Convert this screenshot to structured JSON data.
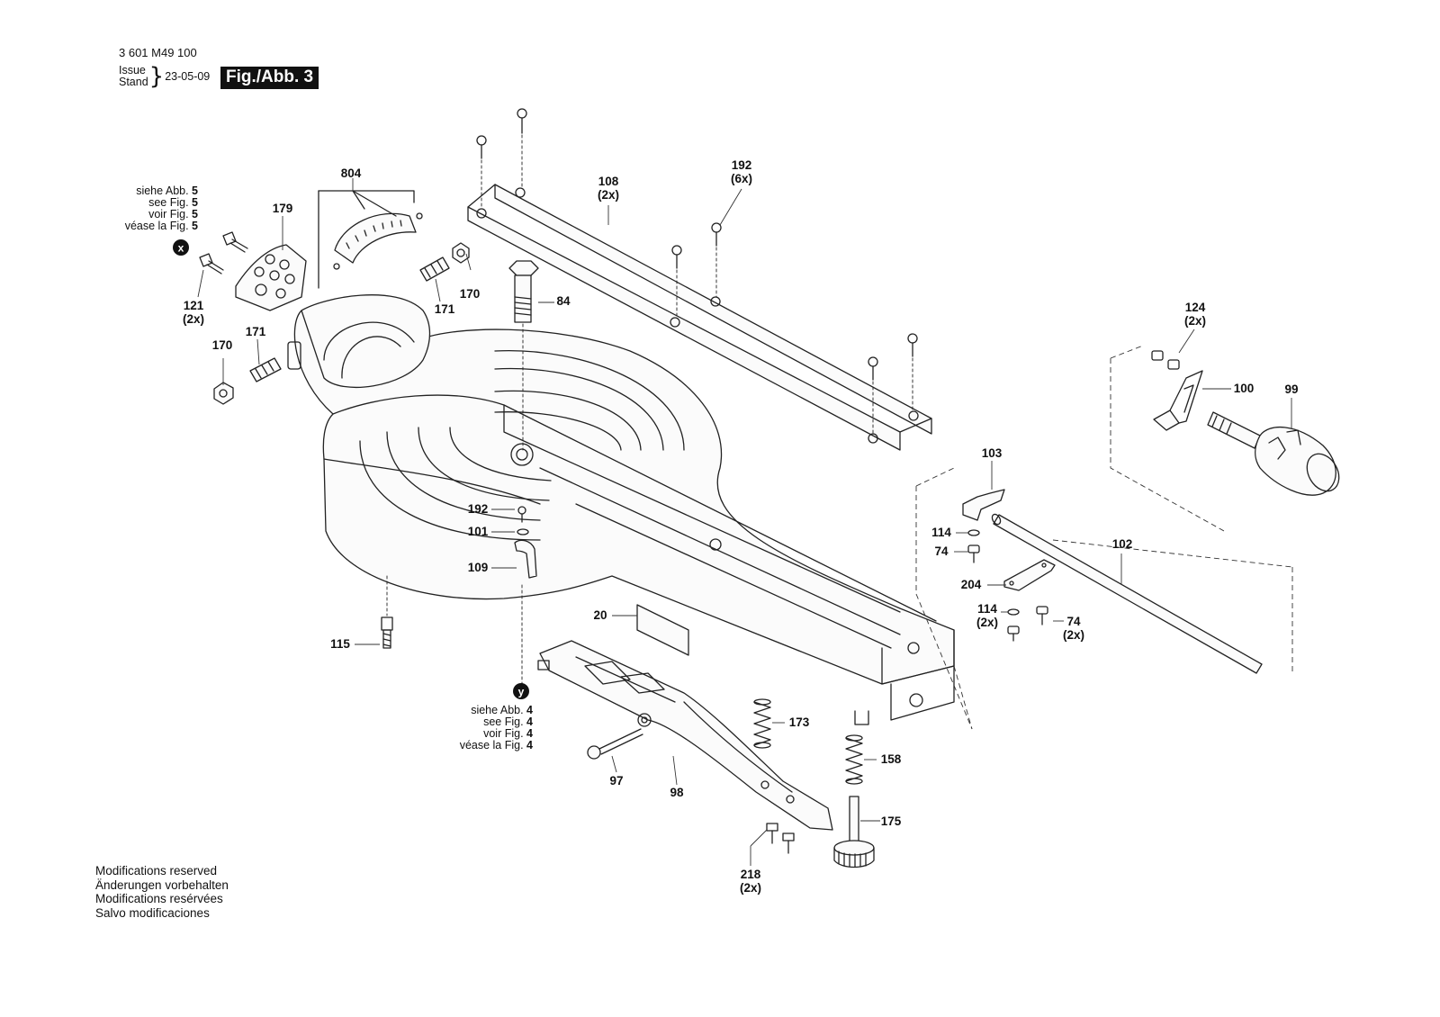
{
  "header": {
    "doc_number": "3 601 M49 100",
    "issue_label": "Issue",
    "stand_label": "Stand",
    "date": "23-05-09",
    "figure_label": "Fig./Abb. 3"
  },
  "references": {
    "x": {
      "badge": "x",
      "lines": [
        {
          "prefix": "siehe Abb. ",
          "num": "5"
        },
        {
          "prefix": "see Fig. ",
          "num": "5"
        },
        {
          "prefix": "voir Fig. ",
          "num": "5"
        },
        {
          "prefix": "véase la Fig. ",
          "num": "5"
        }
      ]
    },
    "y": {
      "badge": "y",
      "lines": [
        {
          "prefix": "siehe Abb. ",
          "num": "4"
        },
        {
          "prefix": "see Fig. ",
          "num": "4"
        },
        {
          "prefix": "voir Fig. ",
          "num": "4"
        },
        {
          "prefix": "véase la Fig. ",
          "num": "4"
        }
      ]
    }
  },
  "callouts": [
    {
      "id": "c804",
      "num": "804",
      "qty": ""
    },
    {
      "id": "c179",
      "num": "179",
      "qty": ""
    },
    {
      "id": "c121",
      "num": "121",
      "qty": "(2x)"
    },
    {
      "id": "c170a",
      "num": "170",
      "qty": ""
    },
    {
      "id": "c171a",
      "num": "171",
      "qty": ""
    },
    {
      "id": "c170b",
      "num": "170",
      "qty": ""
    },
    {
      "id": "c171b",
      "num": "171",
      "qty": ""
    },
    {
      "id": "c84",
      "num": "84",
      "qty": ""
    },
    {
      "id": "c108",
      "num": "108",
      "qty": "(2x)"
    },
    {
      "id": "c192a",
      "num": "192",
      "qty": "(6x)"
    },
    {
      "id": "c124",
      "num": "124",
      "qty": "(2x)"
    },
    {
      "id": "c100",
      "num": "100",
      "qty": ""
    },
    {
      "id": "c99",
      "num": "99",
      "qty": ""
    },
    {
      "id": "c103",
      "num": "103",
      "qty": ""
    },
    {
      "id": "c114a",
      "num": "114",
      "qty": ""
    },
    {
      "id": "c74a",
      "num": "74",
      "qty": ""
    },
    {
      "id": "c102",
      "num": "102",
      "qty": ""
    },
    {
      "id": "c204",
      "num": "204",
      "qty": ""
    },
    {
      "id": "c114b",
      "num": "114",
      "qty": "(2x)"
    },
    {
      "id": "c74b",
      "num": "74",
      "qty": "(2x)"
    },
    {
      "id": "c192b",
      "num": "192",
      "qty": ""
    },
    {
      "id": "c101",
      "num": "101",
      "qty": ""
    },
    {
      "id": "c109",
      "num": "109",
      "qty": ""
    },
    {
      "id": "c20",
      "num": "20",
      "qty": ""
    },
    {
      "id": "c115",
      "num": "115",
      "qty": ""
    },
    {
      "id": "c173",
      "num": "173",
      "qty": ""
    },
    {
      "id": "c158",
      "num": "158",
      "qty": ""
    },
    {
      "id": "c97",
      "num": "97",
      "qty": ""
    },
    {
      "id": "c98",
      "num": "98",
      "qty": ""
    },
    {
      "id": "c175",
      "num": "175",
      "qty": ""
    },
    {
      "id": "c218",
      "num": "218",
      "qty": "(2x)"
    }
  ],
  "footer": {
    "lines": [
      "Modifications reserved",
      "Änderungen vorbehalten",
      "Modifications resérvées",
      "Salvo modificaciones"
    ]
  }
}
